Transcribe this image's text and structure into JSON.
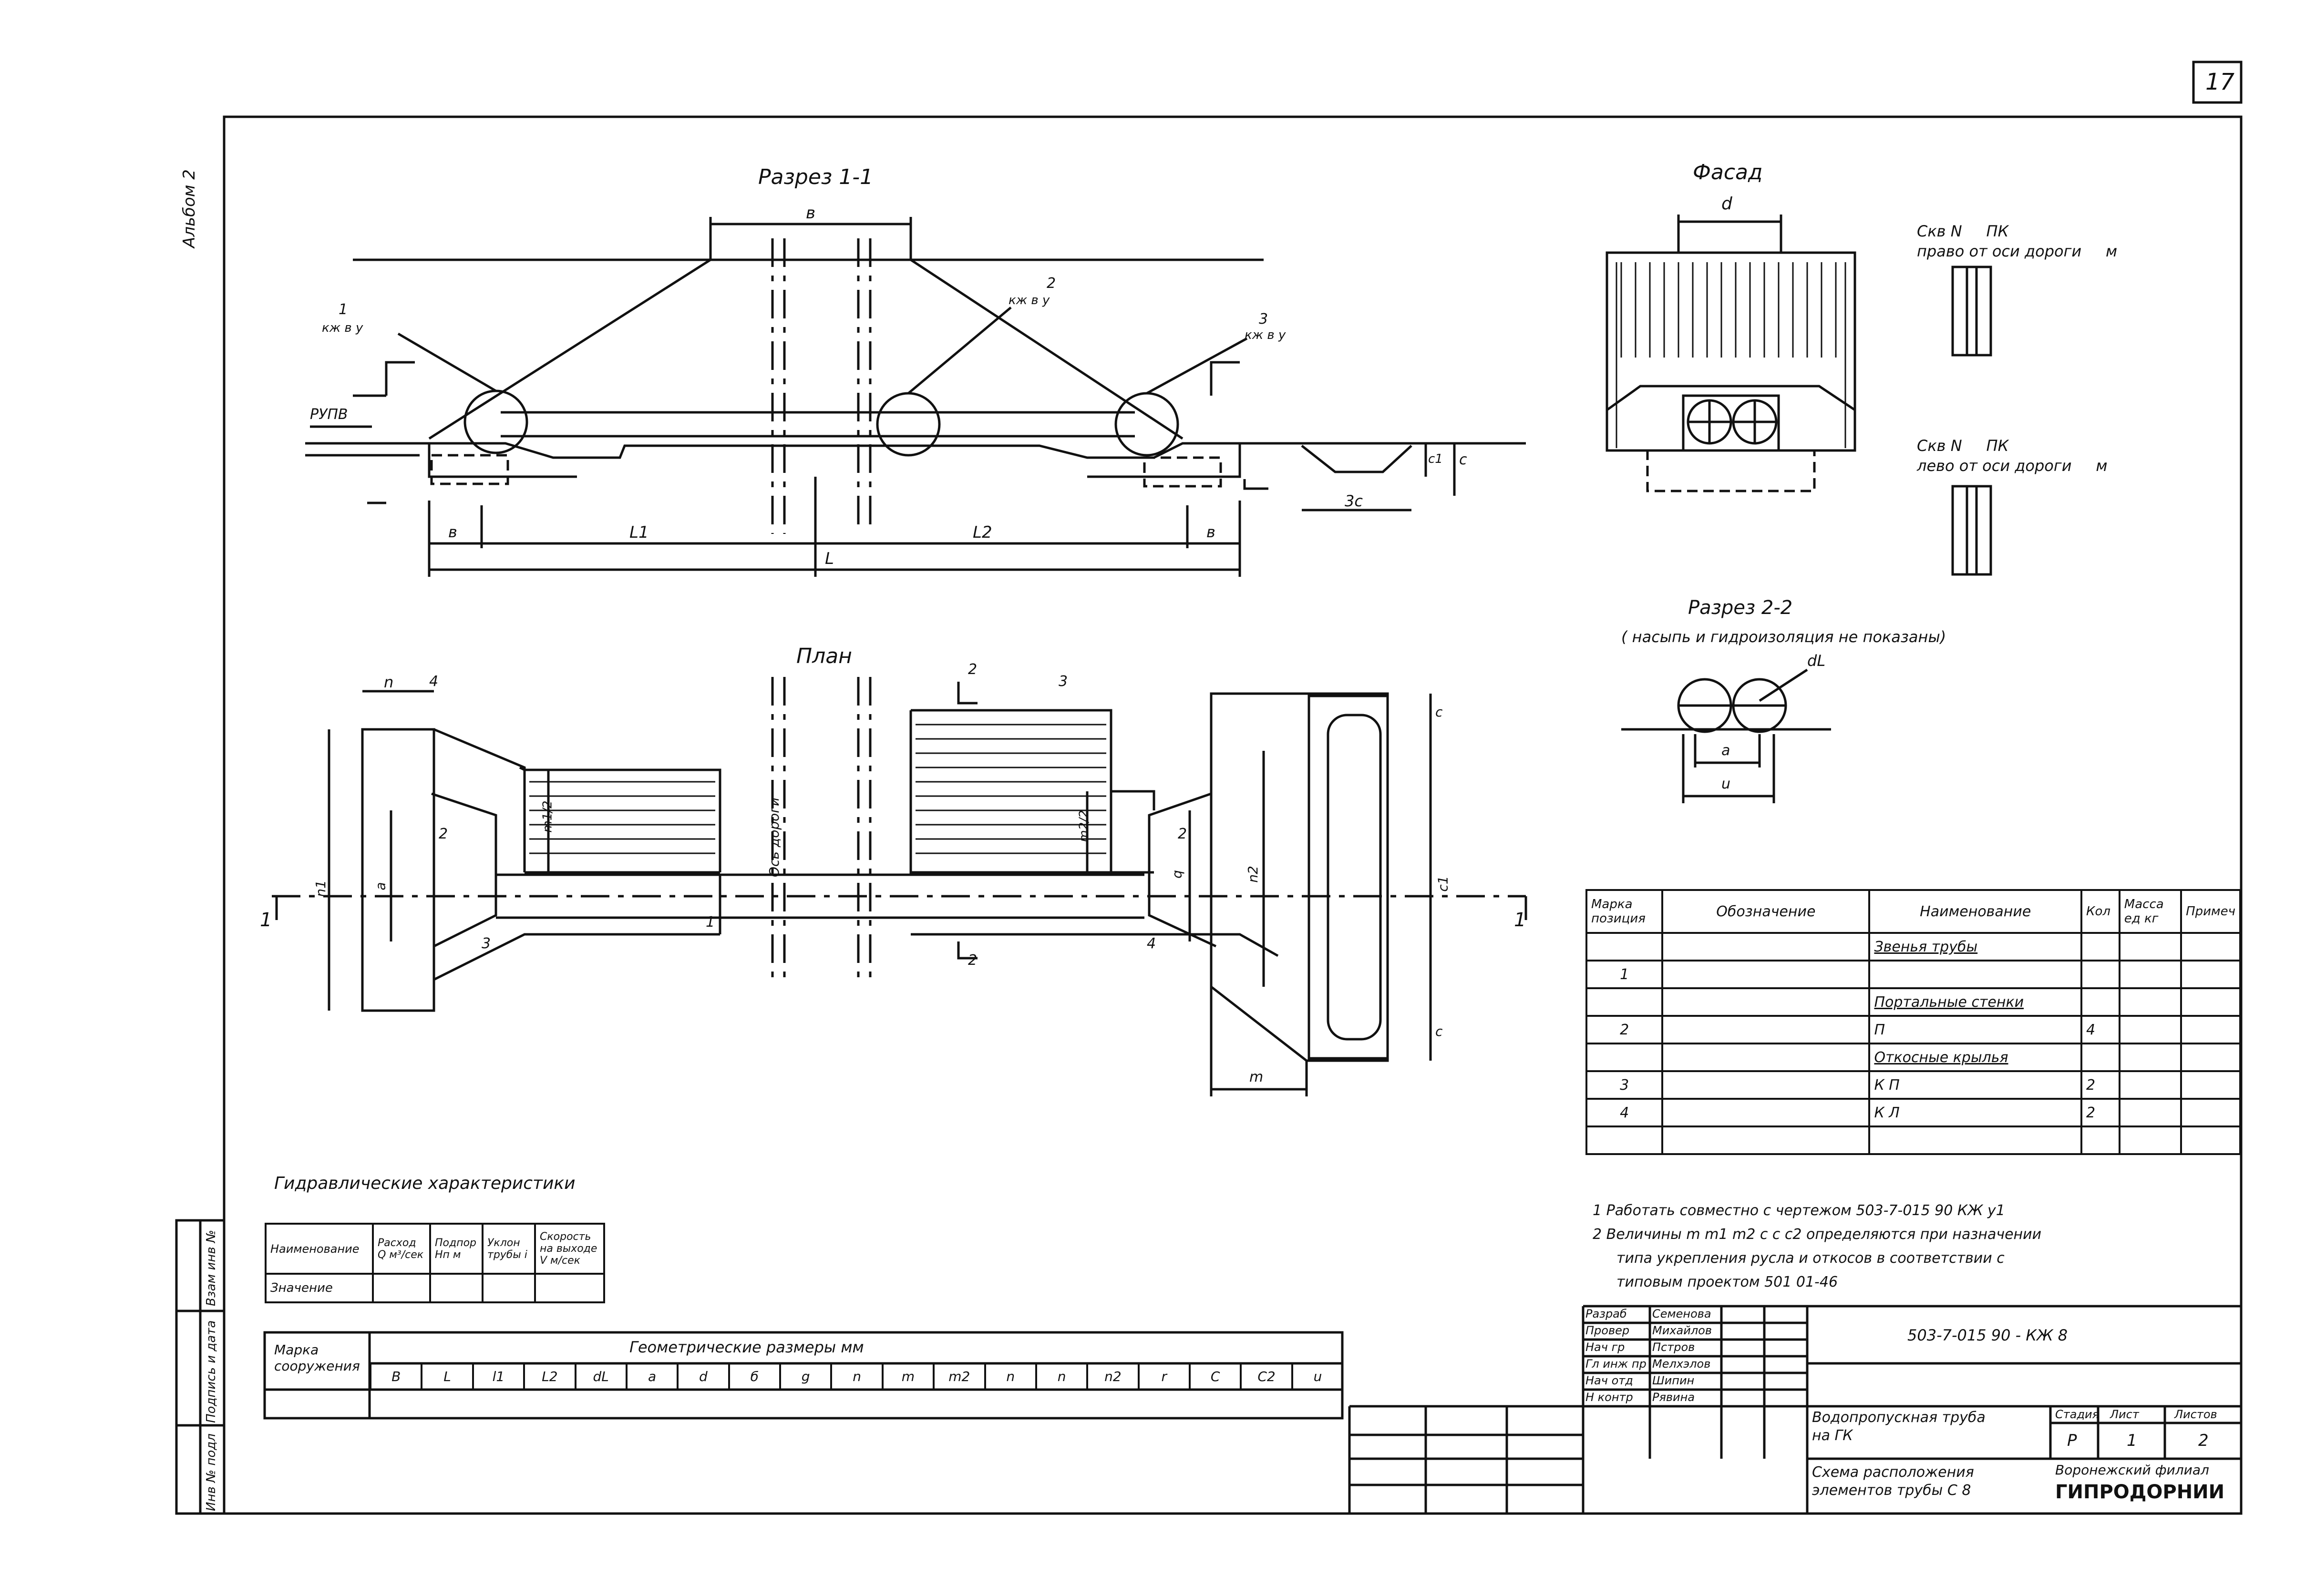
{
  "sheet": {
    "number": "17",
    "side_label": "Альбом 2",
    "side_stamps": [
      "Взам инв №",
      "Подпись и дата",
      "Инв № подл"
    ]
  },
  "views": {
    "section11": {
      "title": "Разрез 1-1",
      "labels": [
        "в",
        "1",
        "кж в у",
        "2",
        "кж в у",
        "3",
        "кж в у",
        "РУПВ",
        "в",
        "L1",
        "L2",
        "в",
        "L",
        "3с",
        "с1",
        "с"
      ]
    },
    "facade": {
      "title": "Фасад",
      "dim_d": "d"
    },
    "plan": {
      "title": "План",
      "labels": [
        "n",
        "4",
        "3",
        "2",
        "2",
        "3",
        "4",
        "1",
        "2",
        "2",
        "n1",
        "a",
        "m1/2",
        "m2/2",
        "q",
        "n2",
        "c",
        "c1",
        "c",
        "m",
        "Ось дороги",
        "1",
        "1"
      ]
    },
    "section22": {
      "title": "Разрез 2-2",
      "note": "( насыпь и гидроизоляция не показаны)",
      "labels": [
        "dL",
        "a",
        "u"
      ]
    },
    "skv_right": "Скв N     ПК\nправо от оси дороги     м",
    "skv_left": "Скв N     ПК\nлево от оси дороги     м"
  },
  "spec_table": {
    "headers": [
      "Марка позиция",
      "Обозначение",
      "Наименование",
      "Кол",
      "Масса ед кг",
      "Примеч"
    ],
    "rows": [
      [
        "",
        "",
        "Звенья трубы",
        "",
        "",
        ""
      ],
      [
        "1",
        "",
        "",
        "",
        "",
        ""
      ],
      [
        "",
        "",
        "Портальные стенки",
        "",
        "",
        ""
      ],
      [
        "2",
        "",
        "П",
        "4",
        "",
        ""
      ],
      [
        "",
        "",
        "Откосные крылья",
        "",
        "",
        ""
      ],
      [
        "3",
        "",
        "К  П",
        "2",
        "",
        ""
      ],
      [
        "4",
        "",
        "К  Л",
        "2",
        "",
        ""
      ],
      [
        "",
        "",
        "",
        "",
        "",
        ""
      ]
    ]
  },
  "notes": [
    "1  Работать совместно с чертежом   503-7-015 90  КЖ у1",
    "2  Величины m m1 m2 c c c2  определяются при назначении",
    "типа укрепления русла и откосов в соответствии с",
    "типовым проектом  501  01-46"
  ],
  "hydraulics": {
    "title": "Гидравлические характеристики",
    "headers": [
      "Наименование",
      "Расход Q м³/сек",
      "Подпор Hп м",
      "Уклон трубы i",
      "Скорость на выходе V м/сек"
    ],
    "row_label": "Значение"
  },
  "geometry_table": {
    "row_head": "Марка сооружения",
    "title": "Геометрические размеры мм",
    "cols": [
      "В",
      "L",
      "l1",
      "L2",
      "dL",
      "a",
      "d",
      "б",
      "g",
      "n",
      "m",
      "m2",
      "n",
      "n",
      "n2",
      "r",
      "С",
      "С2",
      "u"
    ]
  },
  "title_block": {
    "code": "503-7-015 90 - КЖ 8",
    "roles": [
      "Разраб",
      "Провер",
      "Нач гр",
      "Гл инж пр",
      "Нач отд",
      "Н контр"
    ],
    "names": [
      "Семенова",
      "Михайлов",
      "Пстров",
      "Мелхэлов",
      "Шипин",
      "Рявина"
    ],
    "title1": "Водопропускная труба на ГК",
    "title2": "Схема расположения элементов трубы С 8",
    "stage_head": [
      "Стадия",
      "Лист",
      "Листов"
    ],
    "stage_vals": [
      "Р",
      "1",
      "2"
    ],
    "org1": "Воронежский филиал",
    "org2": "ГИПРОДОРНИИ"
  }
}
